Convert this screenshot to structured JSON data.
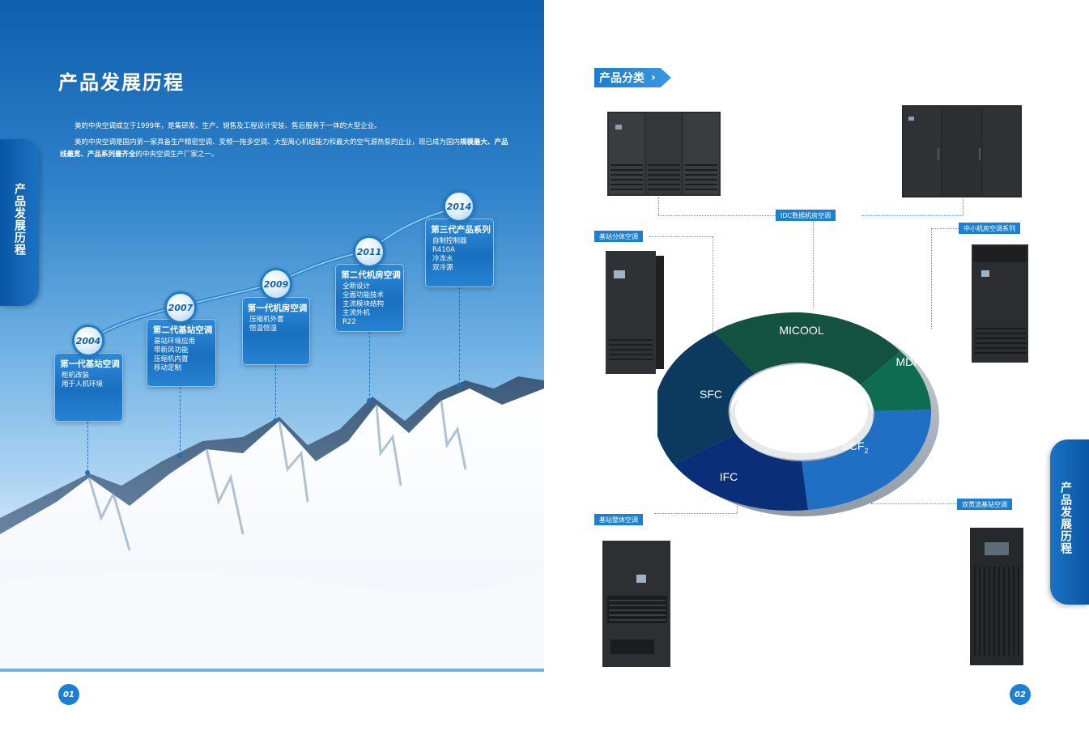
{
  "left": {
    "title": "产品发展历程",
    "intro_p1": "美的中央空调成立于1999年，是集研发、生产、销售及工程设计安装、售后服务于一体的大型企业。",
    "intro_p2_a": "美的中央空调是国内第一家具备生产精密空调、变频一拖多空调、大型离心机组能力和最大的空气源热泵的企业，现已成为国内",
    "intro_p2_bold": "规模最大、产品线最宽、产品系列最齐全",
    "intro_p2_b": "的中央空调生产厂家之一。",
    "side_tab": "产品发展历程",
    "page_number": "01",
    "timeline": [
      {
        "year": "2004",
        "title": "第一代基站空调",
        "items": [
          "柜机改装",
          "用于人机环境"
        ]
      },
      {
        "year": "2007",
        "title": "第二代基站空调",
        "items": [
          "基站环境应用",
          "带新风功能",
          "压缩机内置",
          "移动定制"
        ]
      },
      {
        "year": "2009",
        "title": "第一代机房空调",
        "items": [
          "压缩机外置",
          "恒温恒湿"
        ]
      },
      {
        "year": "2011",
        "title": "第二代机房空调",
        "items": [
          "全新设计",
          "全面功能技术",
          "主流模块结构",
          "主流外机",
          "R22"
        ]
      },
      {
        "year": "2014",
        "title": "第三代产品系列",
        "items": [
          "自制控制器",
          "R410A",
          "冷冻水",
          "双冷源"
        ]
      }
    ]
  },
  "right": {
    "section_tag": "产品分类",
    "chevron": "›",
    "side_tab": "产品发展历程",
    "page_number": "02",
    "labels": {
      "idc": "IDC数据机房空调",
      "base_split": "基站分体空调",
      "small_room": "中小机房空调系列",
      "base_integral": "基站整体空调",
      "dual_flow": "双贯流基站空调"
    },
    "ring_segments": [
      {
        "label": "MICOOL",
        "color": "#12523f"
      },
      {
        "label": "MDP",
        "color": "#0f6d4f"
      },
      {
        "label": "SCF",
        "sub": "2",
        "color": "#1f6fc4"
      },
      {
        "label": "IFC",
        "color": "#0a2f78"
      },
      {
        "label": "SFC",
        "color": "#0b3a5e"
      }
    ]
  }
}
